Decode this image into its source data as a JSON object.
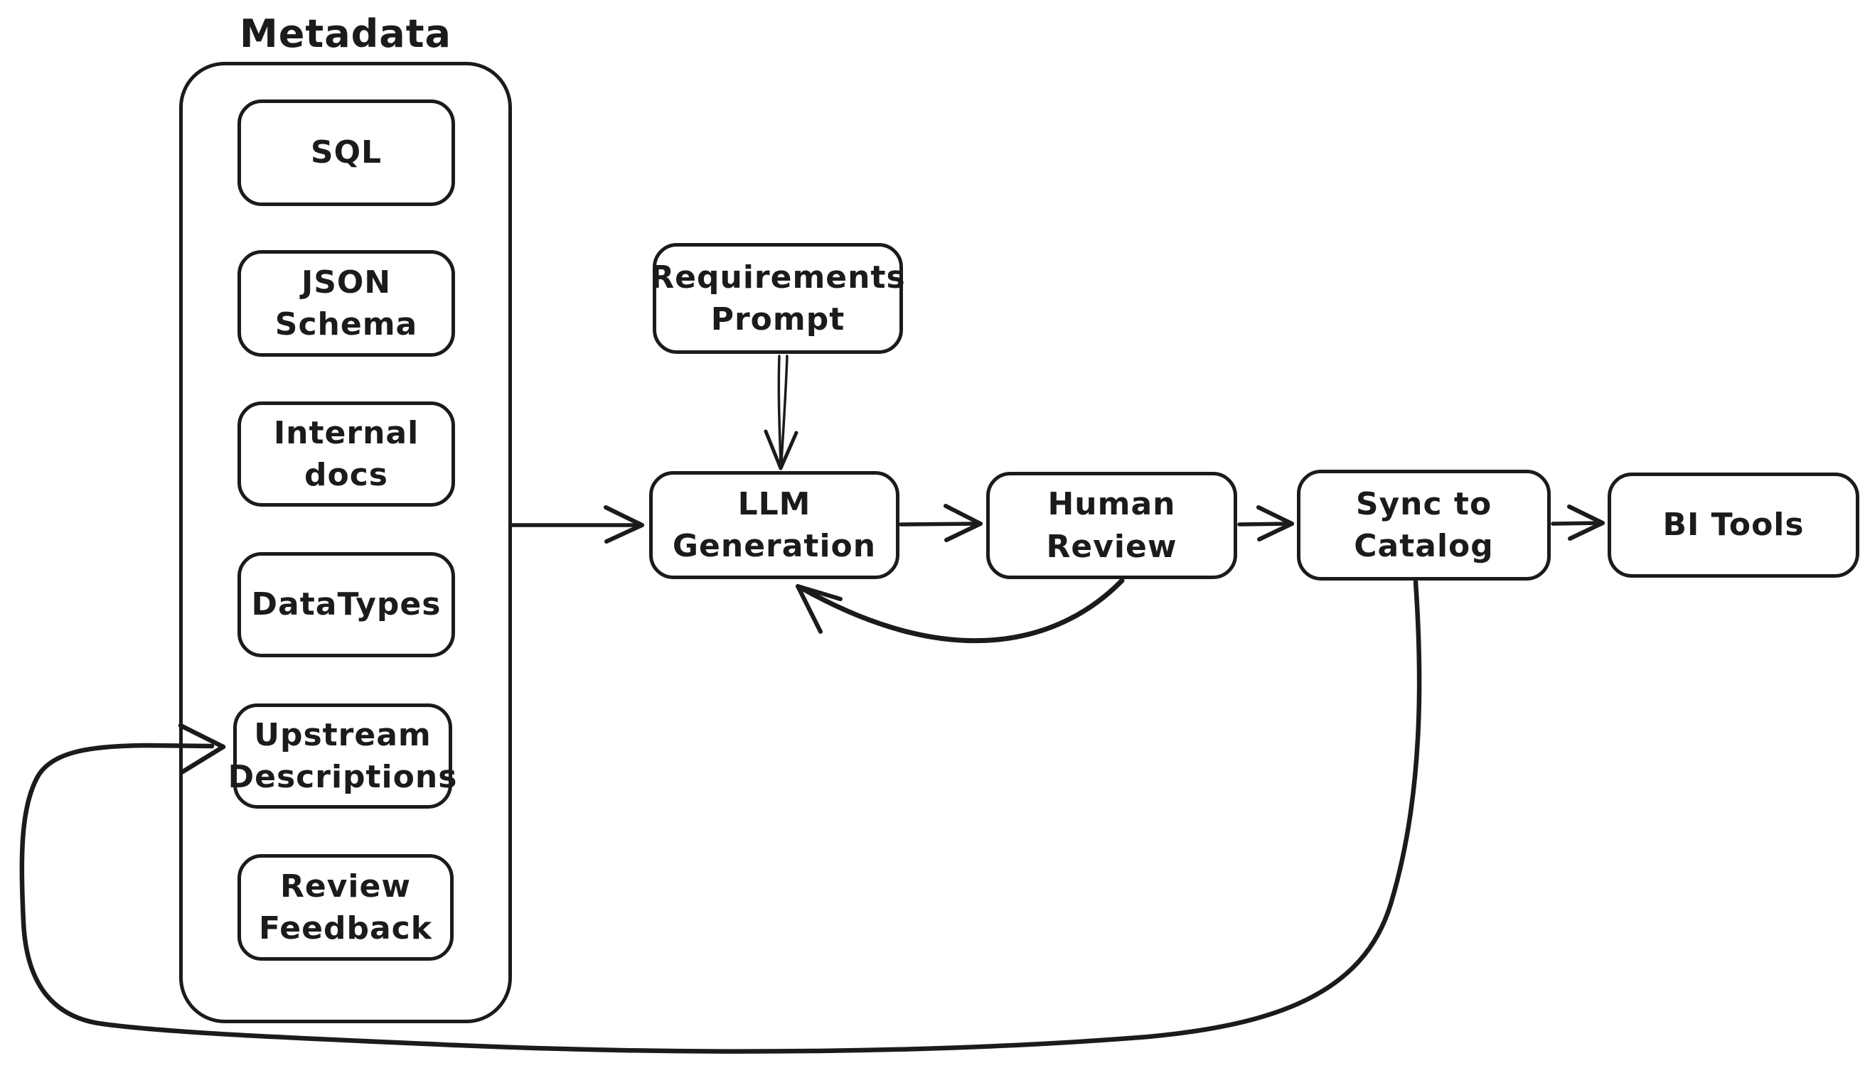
{
  "diagram": {
    "background": "#ffffff",
    "stroke_color": "#1b1b1b",
    "metadata_group": {
      "title": "Metadata",
      "items": [
        {
          "id": "sql",
          "label": "SQL"
        },
        {
          "id": "json-schema",
          "label": "JSON Schema"
        },
        {
          "id": "internal-docs",
          "label": "Internal docs"
        },
        {
          "id": "datatypes",
          "label": "DataTypes"
        },
        {
          "id": "upstream-descriptions",
          "label": "Upstream\nDescriptions"
        },
        {
          "id": "review-feedback",
          "label": "Review\nFeedback"
        }
      ]
    },
    "nodes": [
      {
        "id": "requirements-prompt",
        "label": "Requirements\nPrompt"
      },
      {
        "id": "llm-generation",
        "label": "LLM Generation"
      },
      {
        "id": "human-review",
        "label": "Human Review"
      },
      {
        "id": "sync-to-catalog",
        "label": "Sync to Catalog"
      },
      {
        "id": "bi-tools",
        "label": "BI Tools"
      }
    ],
    "edges": [
      {
        "from": "metadata",
        "to": "llm-generation",
        "type": "arrow"
      },
      {
        "from": "requirements-prompt",
        "to": "llm-generation",
        "type": "arrow"
      },
      {
        "from": "llm-generation",
        "to": "human-review",
        "type": "arrow"
      },
      {
        "from": "human-review",
        "to": "sync-to-catalog",
        "type": "arrow"
      },
      {
        "from": "sync-to-catalog",
        "to": "bi-tools",
        "type": "arrow"
      },
      {
        "from": "human-review",
        "to": "llm-generation",
        "type": "curved-feedback-arrow"
      },
      {
        "from": "sync-to-catalog",
        "to": "upstream-descriptions",
        "type": "long-loop-arrow"
      }
    ]
  }
}
